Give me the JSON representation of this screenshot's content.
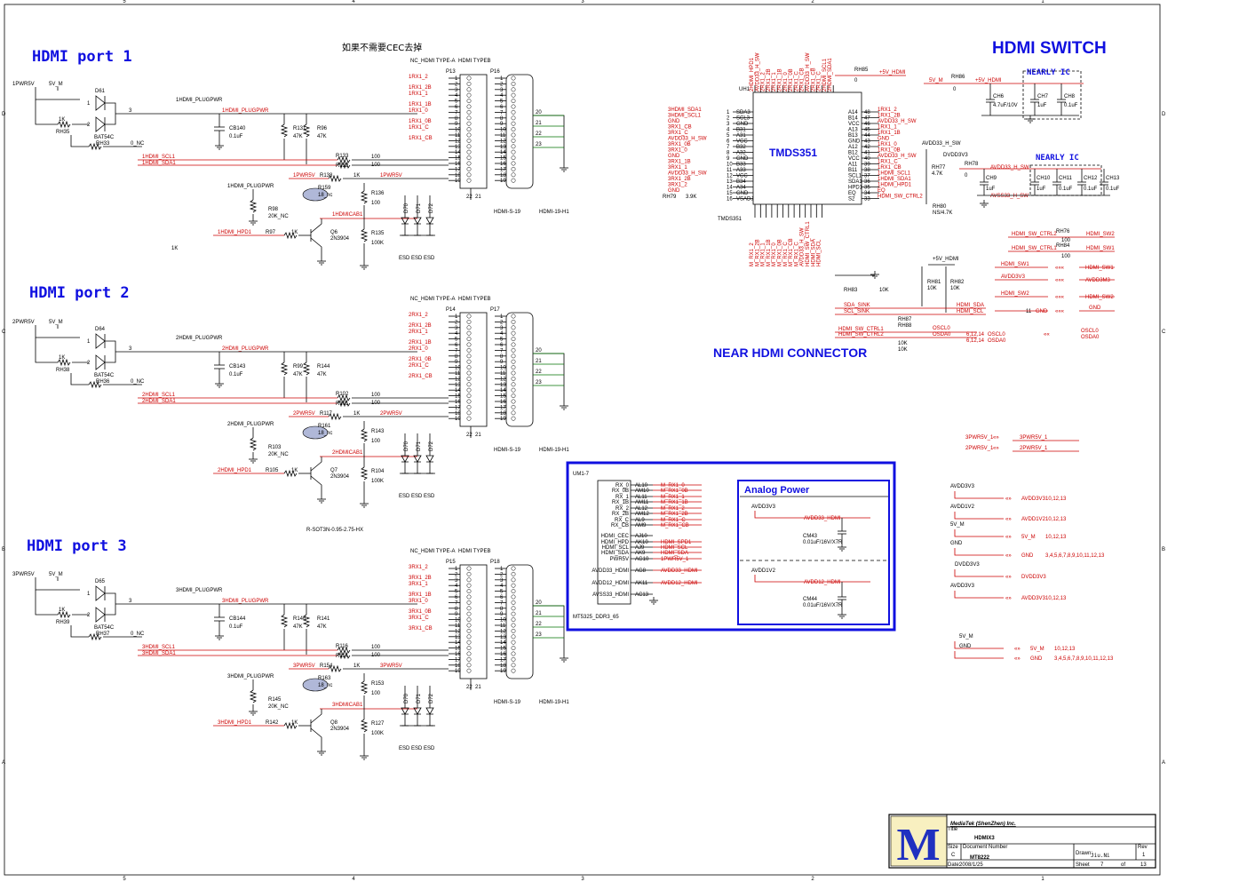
{
  "ports": [
    {
      "title": "HDMI port 1",
      "pwr": "1PWR5V",
      "plug": "1HDMI_PLUGPWR",
      "scl": "1HDMI_SCL1",
      "sda": "1HDMI_SDA1",
      "hpd": "1HDMI_HPD1",
      "cab": "1HDMICAB1",
      "pwr_in": "1PWR5V",
      "p_left": "P13",
      "p_right": "P16",
      "diode": "D61",
      "rh_a": "RH35",
      "rh_b": "RH33",
      "cap": "CB140",
      "r_a": "R131",
      "r_b": "R96",
      "r_c": "R133",
      "r_d": "R132",
      "r_e": "R138",
      "r_f": "R159",
      "r_g": "R136",
      "r_h": "R135",
      "r_i": "R98",
      "r_j": "R97",
      "q": "Q6",
      "conn": "HDMI-S-19",
      "conn2": "HDMI-19-H1",
      "rx": [
        "1RX1_2",
        "1RX1_2B",
        "1RX1_1",
        "1RX1_1B",
        "1RX1_0",
        "1RX1_0B",
        "1RX1_C",
        "1RX1_CB"
      ]
    },
    {
      "title": "HDMI port 2",
      "pwr": "2PWR5V",
      "plug": "2HDMI_PLUGPWR",
      "scl": "2HDMI_SCL1",
      "sda": "2HDMI_SDA1",
      "hpd": "2HDMI_HPD1",
      "cab": "2HDMICAB1",
      "pwr_in": "2PWR5V",
      "p_left": "P14",
      "p_right": "P17",
      "diode": "D64",
      "rh_a": "RH38",
      "rh_b": "RH36",
      "cap": "CB143",
      "r_a": "R99",
      "r_b": "R144",
      "r_c": "R102",
      "r_d": "R101",
      "r_e": "R117",
      "r_f": "R161",
      "r_g": "R143",
      "r_h": "R104",
      "r_i": "R103",
      "r_j": "R105",
      "q": "Q7",
      "conn": "HDMI-S-19",
      "conn2": "HDMI-19-H1",
      "rx": [
        "2RX1_2",
        "2RX1_2B",
        "2RX1_1",
        "2RX1_1B",
        "2RX1_0",
        "2RX1_0B",
        "2RX1_C",
        "2RX1_CB"
      ]
    },
    {
      "title": "HDMI port 3",
      "pwr": "3PWR5V",
      "plug": "3HDMI_PLUGPWR",
      "scl": "3HDMI_SCL1",
      "sda": "3HDMI_SDA1",
      "hpd": "3HDMI_HPD1",
      "cab": "3HDMICAB1",
      "pwr_in": "3PWR5V",
      "p_left": "P15",
      "p_right": "P18",
      "diode": "D65",
      "rh_a": "RH39",
      "rh_b": "RH37",
      "cap": "CB144",
      "r_a": "R146",
      "r_b": "R141",
      "r_c": "R116",
      "r_d": "R114",
      "r_e": "R154",
      "r_f": "R163",
      "r_g": "R153",
      "r_h": "R127",
      "r_i": "R145",
      "r_j": "R142",
      "q": "Q8",
      "conn": "HDMI-S-19",
      "conn2": "HDMI-19-H1",
      "rx": [
        "3RX1_2",
        "3RX1_2B",
        "3RX1_1",
        "3RX1_1B",
        "3RX1_0",
        "3RX1_0B",
        "3RX1_C",
        "3RX1_CB"
      ]
    }
  ],
  "common": {
    "vm": "5V_M",
    "bat": "BAT54C",
    "nc": "0_NC",
    "k1": "1K",
    "cap_val": "0.1uF",
    "r47k": "47K",
    "r100": "100",
    "r1k": "1K",
    "r18nc": "18_nc",
    "r20k": "20K_NC",
    "r100k": "100K",
    "npn": "2N3904",
    "esd": "ESD",
    "typea": "NC_HDMI TYPE-A",
    "typeb": "HDMI TYPEB",
    "pins": [
      "1",
      "2",
      "3",
      "4",
      "5",
      "6",
      "7",
      "8",
      "9",
      "10",
      "11",
      "12",
      "13",
      "14",
      "15",
      "16",
      "17",
      "18",
      "19"
    ],
    "side": [
      "20",
      "21",
      "22",
      "23"
    ],
    "sot": "R-SOT3N-0.95-2.75-HX",
    "lone_1k": "1K"
  },
  "cec_note": "如果不需要CEC去掉",
  "switch": {
    "title": "HDMI SWITCH",
    "ic": "UH1",
    "part": "TMDS351",
    "part2": "TMDS351",
    "left_pins": [
      [
        "1",
        "SDA3"
      ],
      [
        "2",
        "SCL3"
      ],
      [
        "3",
        "GND"
      ],
      [
        "4",
        "B31"
      ],
      [
        "5",
        "A31"
      ],
      [
        "6",
        "VCC"
      ],
      [
        "7",
        "B32"
      ],
      [
        "8",
        "A32"
      ],
      [
        "9",
        "GND"
      ],
      [
        "10",
        "B33"
      ],
      [
        "11",
        "A33"
      ],
      [
        "12",
        "VCC"
      ],
      [
        "13",
        "B34"
      ],
      [
        "14",
        "A34"
      ],
      [
        "15",
        "GND"
      ],
      [
        "16",
        "VSADJ"
      ]
    ],
    "left_nets": [
      "3HDMI_SDA1",
      "3HDMI_SCL1",
      "GND",
      "3RX1_CB",
      "3RX1_C",
      "AVDD33_H_SW",
      "3RX1_0B",
      "3RX1_0",
      "GND",
      "3RX1_1B",
      "3RX1_1",
      "AVDD33_H_SW",
      "3RX1_2B",
      "3RX1_2",
      "GND"
    ],
    "right_pins": [
      [
        "48",
        "A14"
      ],
      [
        "47",
        "B14"
      ],
      [
        "46",
        "VCC"
      ],
      [
        "45",
        "A13"
      ],
      [
        "44",
        "B13"
      ],
      [
        "43",
        "GND"
      ],
      [
        "42",
        "A12"
      ],
      [
        "41",
        "B12"
      ],
      [
        "40",
        "VCC"
      ],
      [
        "39",
        "A11"
      ],
      [
        "38",
        "B11"
      ],
      [
        "37",
        "SCL1"
      ],
      [
        "36",
        "SDA1"
      ],
      [
        "35",
        "HPD1"
      ],
      [
        "34",
        "EQ"
      ],
      [
        "33",
        "S2"
      ]
    ],
    "right_nets": [
      "1RX1_2",
      "1RX1_2B",
      "AVDD33_H_SW",
      "1RX1_1",
      "1RX1_1B",
      "GND",
      "1RX1_0",
      "1RX1_0B",
      "AVDD33_H_SW",
      "1RX1_C",
      "1RX1_CB",
      "1HDMI_SCL1",
      "1HDMI_SDA1",
      "1HDMI_HPD1",
      "EQ",
      "HDMI_SW_CTRL2"
    ],
    "top_nets": [
      "2HDMI_HPD1",
      "AVDD33_H_SW",
      "2RX1_2",
      "2RX1_2B",
      "2RX1_1",
      "2RX1_1B",
      "2RX1_0",
      "2RX1_0B",
      "2RX1_C",
      "2RX1_CB",
      "AVDD33_H_SW",
      "2RX1_CB",
      "2RX1_C",
      "2HDMI_SCL1",
      "2HDMI_SDA1"
    ],
    "bottom_nets": [
      "M_RX1_2",
      "M_RX1_2B",
      "M_RX1_1",
      "M_RX1_1B",
      "M_RX1_0",
      "M_RX1_0B",
      "M_RX1_C",
      "M_RX1_CB",
      "M_RX1_C",
      "AVDD33_H_SW",
      "HDMI_SW_CTRL1",
      "HDMI_SDA",
      "HDMI_SCL"
    ],
    "rh85": "RH85",
    "rh85v": "0",
    "p5v": "+5V_HDMI",
    "rh79": "RH79",
    "rh79v": "3.9K",
    "near_ic": "NEARLY IC",
    "rh86": "RH86",
    "rh86v": "0",
    "vm": "5V_M",
    "ch6": "CH6",
    "ch6v": "4.7uF/10V",
    "ch7": "CH7",
    "ch7v": "1uF",
    "ch8": "CH8",
    "ch8v": "0.1uF",
    "avdd_sw": "AVDD33_H_SW",
    "dvdd": "DVDD3V3",
    "rh77": "RH77",
    "rh77v": "4.7K",
    "rh78": "RH78",
    "rh78v": "0",
    "rh80": "RH80",
    "rh80v": "NS/4.7K",
    "ch9": "CH9",
    "ch9v": "1uF",
    "ch10": "CH10",
    "ch10v": "1uF",
    "ch11": "CH11",
    "ch11v": "0.1uF",
    "ch12": "CH12",
    "ch12v": "0.1uF",
    "ch13": "CH13",
    "ch13v": "0.1uF",
    "avss": "AVSS33_H_SW",
    "rh76": "RH76",
    "rh84": "RH84",
    "ctrl2": "HDMI_SW_CTRL2",
    "ctrl1": "HDMI_SW_CTRL1",
    "sw2": "HDMI_SW2",
    "sw1": "HDMI_SW1",
    "avdd3v3": "AVDD3V3",
    "avdd3m3": "AVDD3M3",
    "gnd": "GND",
    "gnd_num": "11",
    "rh83": "RH83",
    "rh83v": "10K",
    "p5vh": "+5V_HDMI",
    "rh81": "RH81",
    "rh81v": "10K",
    "rh82": "RH82",
    "rh82v": "10K",
    "sda_sink": "SDA_SINK",
    "scl_sink": "SCL_SINK",
    "hdmi_sda": "HDMI_SDA",
    "hdmi_scl": "HDMI_SCL",
    "rh87": "RH87",
    "rh88": "RH88",
    "rh87v": "10K",
    "rh88v": "10K",
    "oscl0": "OSCL0",
    "osda0": "OSDA0",
    "pages": "6,12,14",
    "near_conn": "NEAR HDMI CONNECTOR"
  },
  "um": {
    "title": "UM1-7",
    "part": "MT5325_DDR3_65",
    "pins": [
      [
        "RX_0",
        "AL10",
        "M_RX1_0"
      ],
      [
        "RX_0B",
        "AM10",
        "M_RX1_0B"
      ],
      [
        "RX_1",
        "AL11",
        "M_RX1_1"
      ],
      [
        "RX_1B",
        "AM11",
        "M_RX1_1B"
      ],
      [
        "RX_2",
        "AL12",
        "M_RX1_2"
      ],
      [
        "RX_2B",
        "AM12",
        "M_RX1_2B"
      ],
      [
        "RX_C",
        "AL9",
        "M_RX1_C"
      ],
      [
        "RX_CB",
        "AM9",
        "M_RX1_CB"
      ],
      [
        "HDMI_CEC",
        "AJ10",
        ""
      ],
      [
        "HDMI_HPD",
        "AK10",
        "HDMI_SPD1"
      ],
      [
        "HDMI_SCL",
        "AJ9",
        "HDMI_SCL"
      ],
      [
        "HDMI_SDA",
        "AK9",
        "HDMI_SDA"
      ],
      [
        "PWR5V",
        "AG10",
        "1PWR5V_1"
      ],
      [
        "AVDD33_HDMI",
        "AG8",
        "AVDD33_HDMI"
      ],
      [
        "AVDD12_HDMI",
        "AK11",
        "AVDD12_HDMI"
      ],
      [
        "AVSS33_HDMI",
        "AC13",
        ""
      ]
    ]
  },
  "analog": {
    "title": "Analog Power",
    "v1": "AVDD3V3",
    "n1": "AVDD33_HDMI",
    "c1": "CM43",
    "c1v": "0.01uF/16V/X7R",
    "v2": "AVDD1V2",
    "n2": "AVDD12_HDMI",
    "c2": "CM44",
    "c2v": "0.01uF/16V/X7R"
  },
  "right_col": [
    [
      "3PWR5V_1",
      "3PWR5V_1"
    ],
    [
      "2PWR5V_1",
      "2PWR5V_1"
    ]
  ],
  "power_list": [
    {
      "name": "AVDD3V3",
      "net": "AVDD3V3",
      "ref": "10,12,13"
    },
    {
      "name": "AVDD1V2",
      "net": "AVDD1V2",
      "ref": "10,12,13"
    },
    {
      "name": "5V_M",
      "net": "5V_M",
      "ref": "10,12,13"
    },
    {
      "name": "GND",
      "net": "GND",
      "ref": "3,4,5,6,7,8,9,10,11,12,13"
    },
    {
      "name": "DVDD3V3",
      "net": "DVDD3V3",
      "ref": ""
    },
    {
      "name": "AVDD3V3",
      "net": "AVDD3V3",
      "ref": "10,12,13"
    },
    {
      "name": "5V_M",
      "net": "5V_M",
      "ref": "10,12,13"
    },
    {
      "name": "GND",
      "net": "GND",
      "ref": "3,4,5,6,7,8,9,10,11,12,13"
    }
  ],
  "title_block": {
    "company": "MediaTek (ShenZhen) Inc.",
    "title_lbl": "Title",
    "title": "HDMIX3",
    "size_lbl": "Size",
    "size": "C",
    "doc_lbl": "Document Number",
    "doc": "MT8222",
    "rev_lbl": "Rev",
    "rev": "1",
    "date_lbl": "Date:",
    "date": "2008/1/25",
    "drawn_lbl": "Drawn:",
    "drawn": "Jiu.Ni",
    "sheet_lbl": "Sheet",
    "sheet": "7",
    "of_lbl": "of",
    "of": "13",
    "logo": "M"
  },
  "border": {
    "cols": [
      "5",
      "4",
      "3",
      "2",
      "1"
    ],
    "rows": [
      "D",
      "C",
      "B",
      "A"
    ]
  }
}
